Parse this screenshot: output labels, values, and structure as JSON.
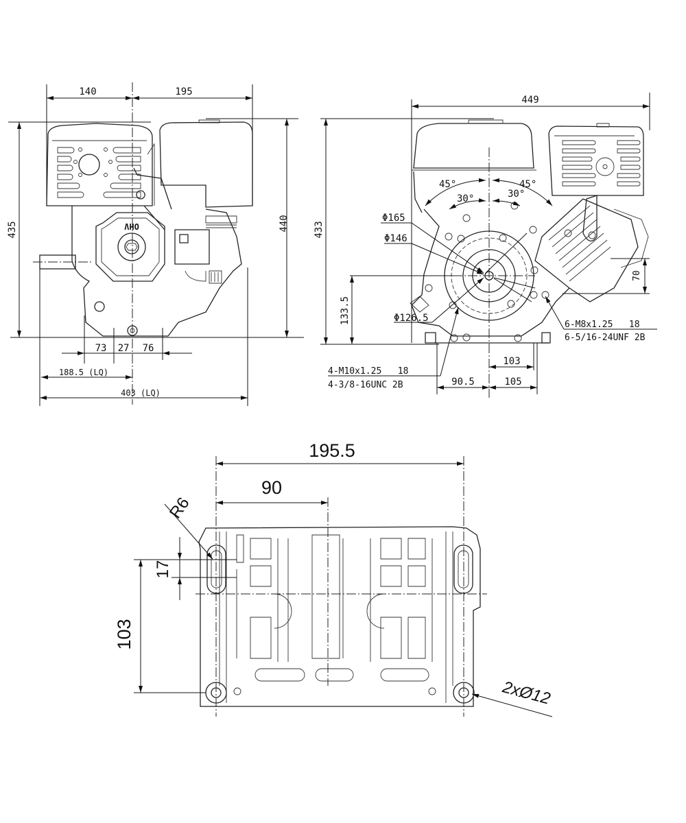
{
  "front_view": {
    "dims": {
      "w_left": "140",
      "w_right": "195",
      "h_left": "435",
      "h_right": "440",
      "d1": "73",
      "d2": "27",
      "d3": "76",
      "lq_half": "188.5 (LQ)",
      "lq_total": "403 (LQ)"
    },
    "logo": "OHV"
  },
  "side_view": {
    "dims": {
      "width": "449",
      "height": "433",
      "shaft_height": "133.5",
      "offset_70": "70",
      "d103": "103",
      "d90_5": "90.5",
      "d105": "105"
    },
    "diameters": [
      "Φ165",
      "Φ146",
      "Φ126.5"
    ],
    "angles": [
      "45°",
      "45°",
      "30°",
      "30°"
    ],
    "thread_right": [
      "6-M8x1.25   18",
      "6-5/16-24UNF 2B"
    ],
    "thread_left": [
      "4-M10x1.25   18",
      "4-3/8-16UNC 2B"
    ]
  },
  "base_view": {
    "dims": {
      "width": "195.5",
      "half": "90",
      "radius": "R6",
      "slot": "17",
      "depth": "103",
      "holes": "2xØ12"
    }
  }
}
